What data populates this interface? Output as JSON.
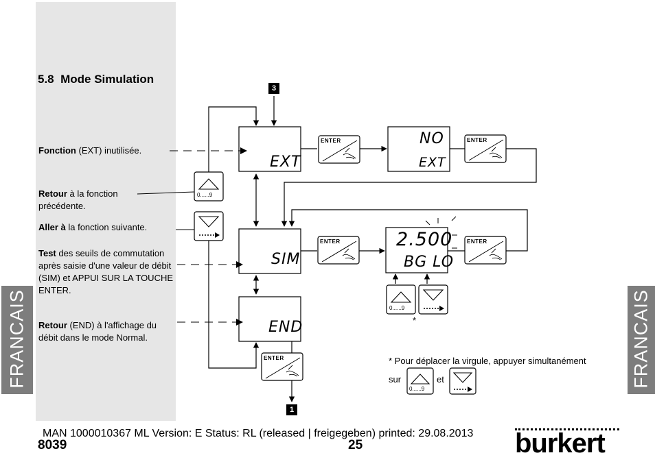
{
  "section": {
    "number": "5.8",
    "title": "Mode Simulation"
  },
  "side_tab_left": "FRANCAIS",
  "side_tab_right": "FRANCAIS",
  "markers": {
    "top": "3",
    "bottom": "1"
  },
  "descriptions": {
    "fonction": {
      "bold": "Fonction",
      "text": " (EXT) inutilisée."
    },
    "retour": {
      "bold": "Retour",
      "text": " à la fonction précédente."
    },
    "aller": {
      "bold": "Aller à",
      "text": " la fonction suivante."
    },
    "test": {
      "bold": "Test",
      "text": " des seuils de commutation après saisie d'une valeur de débit (SIM) et APPUI SUR LA TOUCHE ENTER."
    },
    "retour_end": {
      "bold": "Retour",
      "text": " (END) à l'affichage du débit dans le mode Normal."
    }
  },
  "displays": {
    "ext": "EXT",
    "no_line1": "NO",
    "no_line2": "EXT",
    "sim": "SIM",
    "value_line1": "2.500",
    "value_line2": "BG LO",
    "end": "END"
  },
  "keys": {
    "enter": "ENTER",
    "up_digits": "0......9"
  },
  "footnote": {
    "asterisk": "*",
    "text": "* Pour déplacer la virgule, appuyer simultanément",
    "sur": "sur",
    "et": "et"
  },
  "footer": {
    "doc_line": "MAN  1000010367  ML  Version: E Status: RL (released | freigegeben)  printed: 29.08.2013",
    "model": "8039",
    "page": "25",
    "brand": "burkert"
  }
}
